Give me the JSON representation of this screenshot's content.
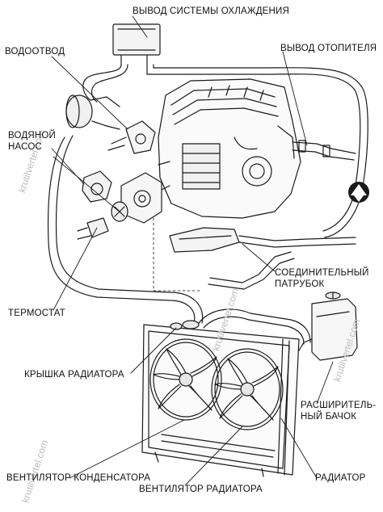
{
  "labels": {
    "cooling_outlet": "ВЫВОД СИСТЕМЫ ОХЛАЖДЕНИЯ",
    "water_outlet": "ВОДООТВОД",
    "heater_outlet": "ВЫВОД ОТОПИТЕЛЯ",
    "water_pump_line1": "ВОДЯНОЙ",
    "water_pump_line2": "НАСОС",
    "connecting_pipe_line1": "СОЕДИНИТЕЛЬНЫЙ",
    "connecting_pipe_line2": "ПАТРУБОК",
    "thermostat": "ТЕРМОСТАТ",
    "radiator_cap": "КРЫШКА РАДИАТОРА",
    "expansion_tank_line1": "РАСШИРИТЕЛЬ-",
    "expansion_tank_line2": "НЫЙ БАЧОК",
    "condenser_fan": "ВЕНТИЛЯТОР КОНДЕНСАТОРА",
    "radiator_fan": "ВЕНТИЛЯТОР РАДИАТОРА",
    "radiator": "РАДИАТОР"
  },
  "watermark": "krutilvertel.com",
  "logo_text": "krutilvertel"
}
